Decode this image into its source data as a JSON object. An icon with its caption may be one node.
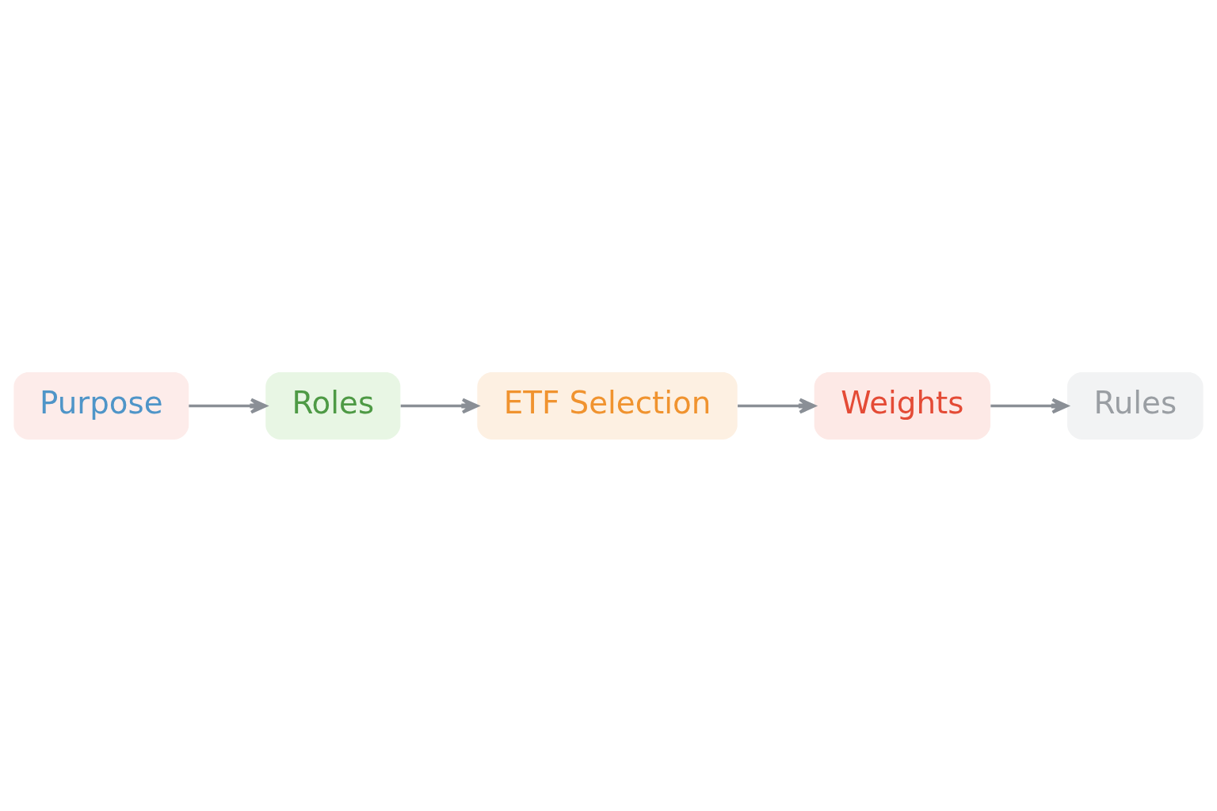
{
  "diagram": {
    "nodes": [
      {
        "text": [
          "Purpose"
        ]
      },
      {
        "text": [
          "Roles"
        ]
      },
      {
        "text": [
          "ETF Selection"
        ]
      },
      {
        "text": [
          "Weights"
        ]
      },
      {
        "text": [
          "Rules"
        ]
      }
    ],
    "edges": [
      {
        "from": 0,
        "to": 1,
        "arrow": "to"
      },
      {
        "from": 1,
        "to": 2,
        "arrow": "to"
      },
      {
        "from": 2,
        "to": 3,
        "arrow": "to"
      },
      {
        "from": 3,
        "to": 4,
        "arrow": "to"
      }
    ]
  }
}
